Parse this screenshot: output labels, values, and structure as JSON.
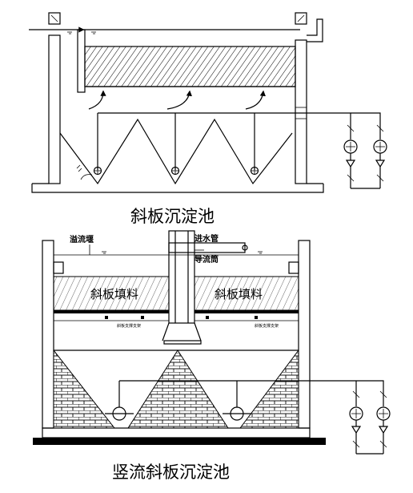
{
  "top": {
    "caption": "斜板沉淀池"
  },
  "bottom": {
    "caption": "竖流斜板沉淀池",
    "labels": {
      "overflow_weir": "溢流堰",
      "inlet_pipe": "进水管",
      "guide_tube": "导流筒",
      "plate_fill_left": "斜板填料",
      "plate_fill_right": "斜板填料",
      "support_left": "斜板支撑支架",
      "support_right": "斜板支撑支架"
    }
  },
  "colors": {
    "line": "#000000",
    "background": "#ffffff"
  }
}
